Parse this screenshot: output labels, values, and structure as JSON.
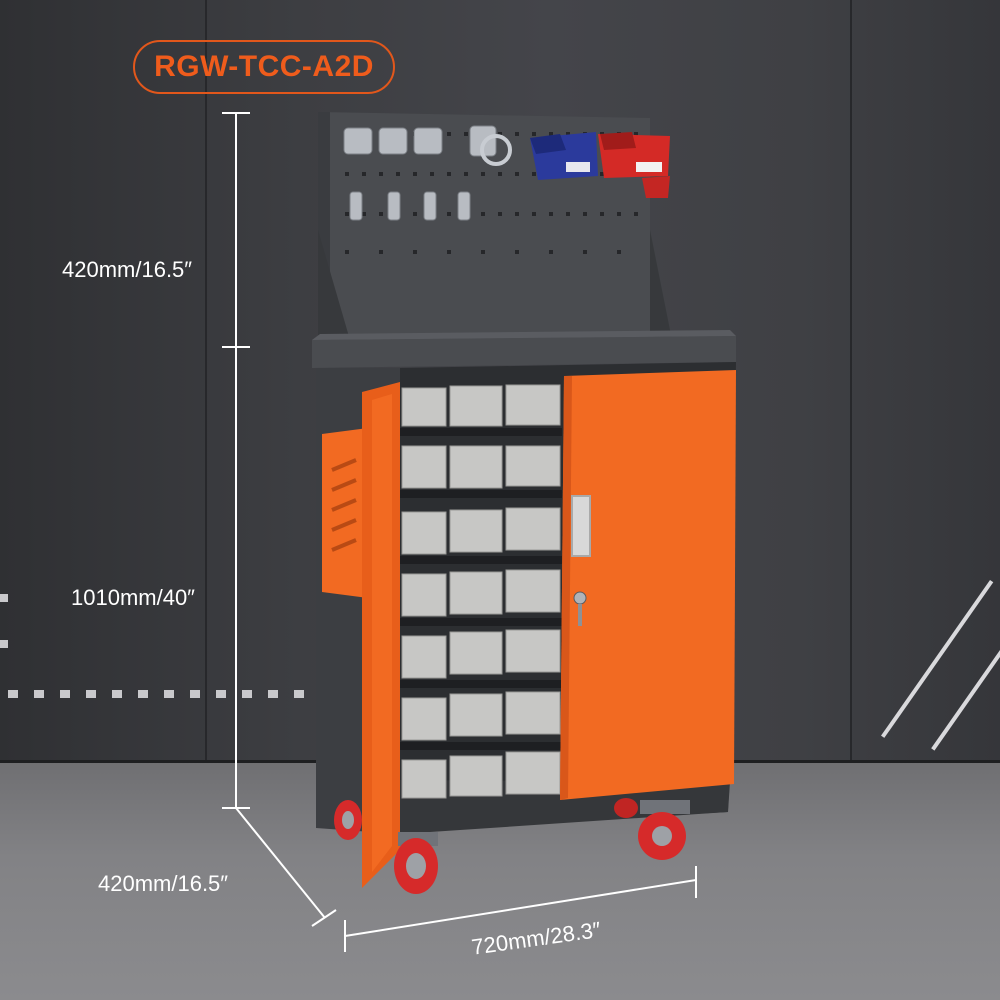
{
  "model": "RGW-TCC-A2D",
  "dimensions": {
    "pegboard_height": "420mm/16.5″",
    "cabinet_height": "1010mm/40″",
    "depth": "420mm/16.5″",
    "width": "720mm/28.3″"
  },
  "colors": {
    "accent_orange": "#ef5c1c",
    "cabinet_body": "#3c3e42",
    "door_orange": "#f26a22",
    "bin_blue": "#2b3a9c",
    "bin_red": "#d42a26",
    "bin_grey": "#c7c7c5",
    "wheel_red": "#d62a2a"
  }
}
